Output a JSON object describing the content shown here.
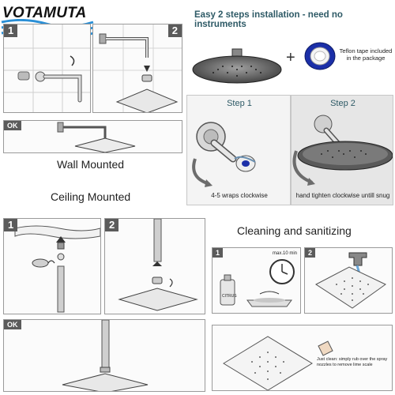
{
  "brand": {
    "name": "VOTAMUTA"
  },
  "install": {
    "title": "Easy 2 steps installation - need no instruments",
    "teflon_note": "Teflon tape included in the package",
    "step1_title": "Step 1",
    "step1_caption": "4-5 wraps clockwise",
    "step2_title": "Step 2",
    "step2_caption": "hand tighten clockwise untill snug"
  },
  "wall": {
    "title": "Wall Mounted",
    "badges": [
      "1",
      "2",
      "OK"
    ]
  },
  "ceiling": {
    "title": "Ceiling Mounted",
    "badges": [
      "1",
      "2",
      "OK"
    ]
  },
  "cleaning": {
    "title": "Cleaning and sanitizing",
    "badges": [
      "1",
      "2"
    ],
    "clock_label": "max.10 min",
    "bottle_label": "CITRUS",
    "just_clean_text": "Just clean: simply rub over the spray nozzles to remove lime scale"
  },
  "colors": {
    "teal": "#2e5a66",
    "wave_blue": "#2a8fd6",
    "badge_gray": "#5b5b5b",
    "tape_blue": "#1b2fa8"
  }
}
